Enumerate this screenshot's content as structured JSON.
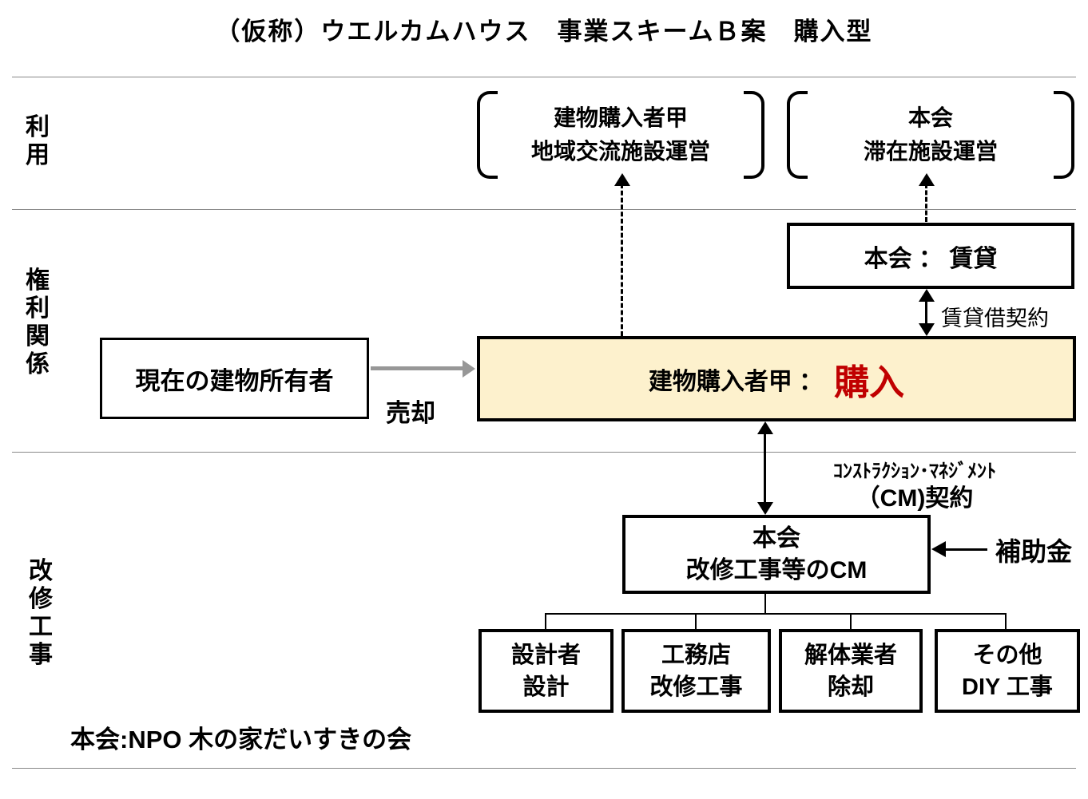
{
  "title": "（仮称）ウエルカムハウス　事業スキームＢ案　購入型",
  "colors": {
    "highlight_bg": "#FDF1CD",
    "accent_red": "#C00000",
    "separator_gray": "#888888",
    "sale_arrow_gray": "#979797"
  },
  "row_labels": {
    "usage": "利用",
    "rights": "権利関係",
    "construction": "改修工事"
  },
  "usage_row": {
    "groups": [
      {
        "lines": [
          "建物購入者甲",
          "地域交流施設運営"
        ]
      },
      {
        "lines": [
          "本会",
          "滞在施設運営"
        ]
      }
    ]
  },
  "rights_row": {
    "lease_box": "本会 ： 賃貸",
    "lease_contract_label": "賃貸借契約",
    "owner_box": "現在の建物所有者",
    "sale_label": "売却",
    "purchase_box": {
      "label": "建物購入者甲 ：",
      "value": "購入"
    }
  },
  "construction_row": {
    "cm_contract_lines": [
      "ｺﾝｽﾄﾗｸｼｮﾝ･ﾏﾈｼﾞﾒﾝﾄ",
      "（CM)契約"
    ],
    "cm_box_lines": [
      "本会",
      "改修工事等のCM"
    ],
    "subsidy_label": "補助金",
    "contractors": [
      {
        "lines": [
          "設計者",
          "設計"
        ]
      },
      {
        "lines": [
          "工務店",
          "改修工事"
        ]
      },
      {
        "lines": [
          "解体業者",
          "除却"
        ]
      },
      {
        "lines": [
          "その他",
          "DIY 工事"
        ]
      }
    ]
  },
  "footnote": "本会:NPO 木の家だいすきの会"
}
